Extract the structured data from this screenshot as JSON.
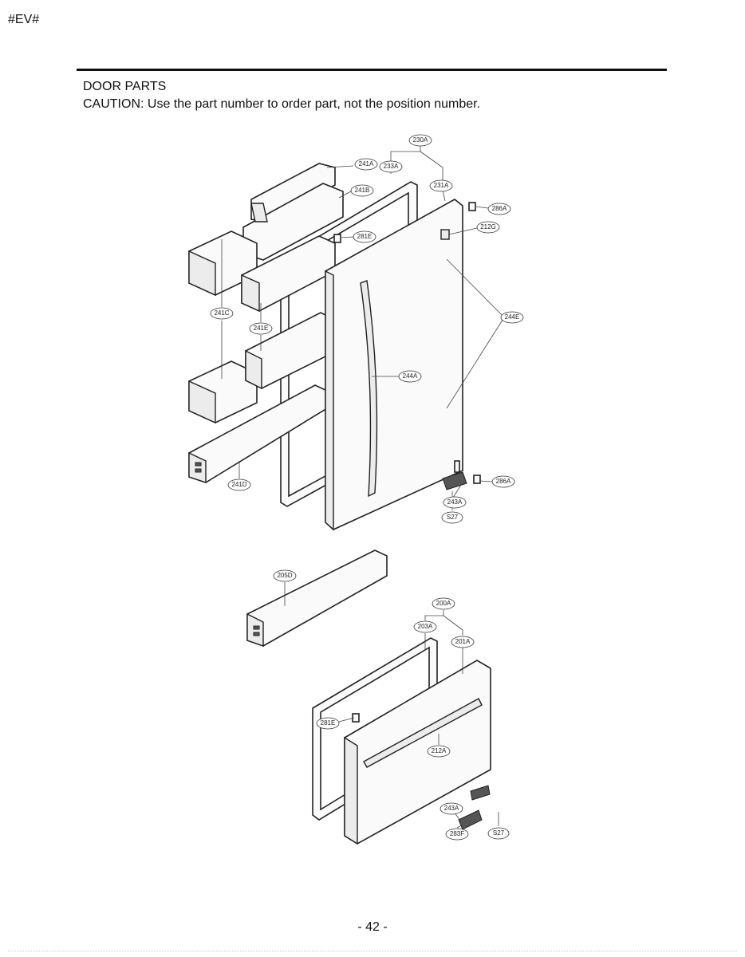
{
  "header": {
    "doc_code": "#EV#",
    "title": "DOOR PARTS",
    "caution": "CAUTION: Use the part number to order part, not the position number."
  },
  "callouts": {
    "c230A": "230A",
    "c241A": "241A",
    "c233A": "233A",
    "c241B": "241B",
    "c231A": "231A",
    "c286A_top": "286A",
    "c212G": "212G",
    "c281E_top": "281E",
    "c241C": "241C",
    "c241E": "241E",
    "c244E": "244E",
    "c244A": "244A",
    "c241D": "241D",
    "c286A_bottom": "286A",
    "c243A_upper": "243A",
    "cS27_upper": "S27",
    "c205D": "205D",
    "c200A": "200A",
    "c203A": "203A",
    "c201A": "201A",
    "c281E_lower": "281E",
    "c212A": "212A",
    "c243A_lower": "243A",
    "c283F": "283F",
    "cS27_lower": "S27"
  },
  "footer": {
    "page_number": "- 42 -"
  }
}
